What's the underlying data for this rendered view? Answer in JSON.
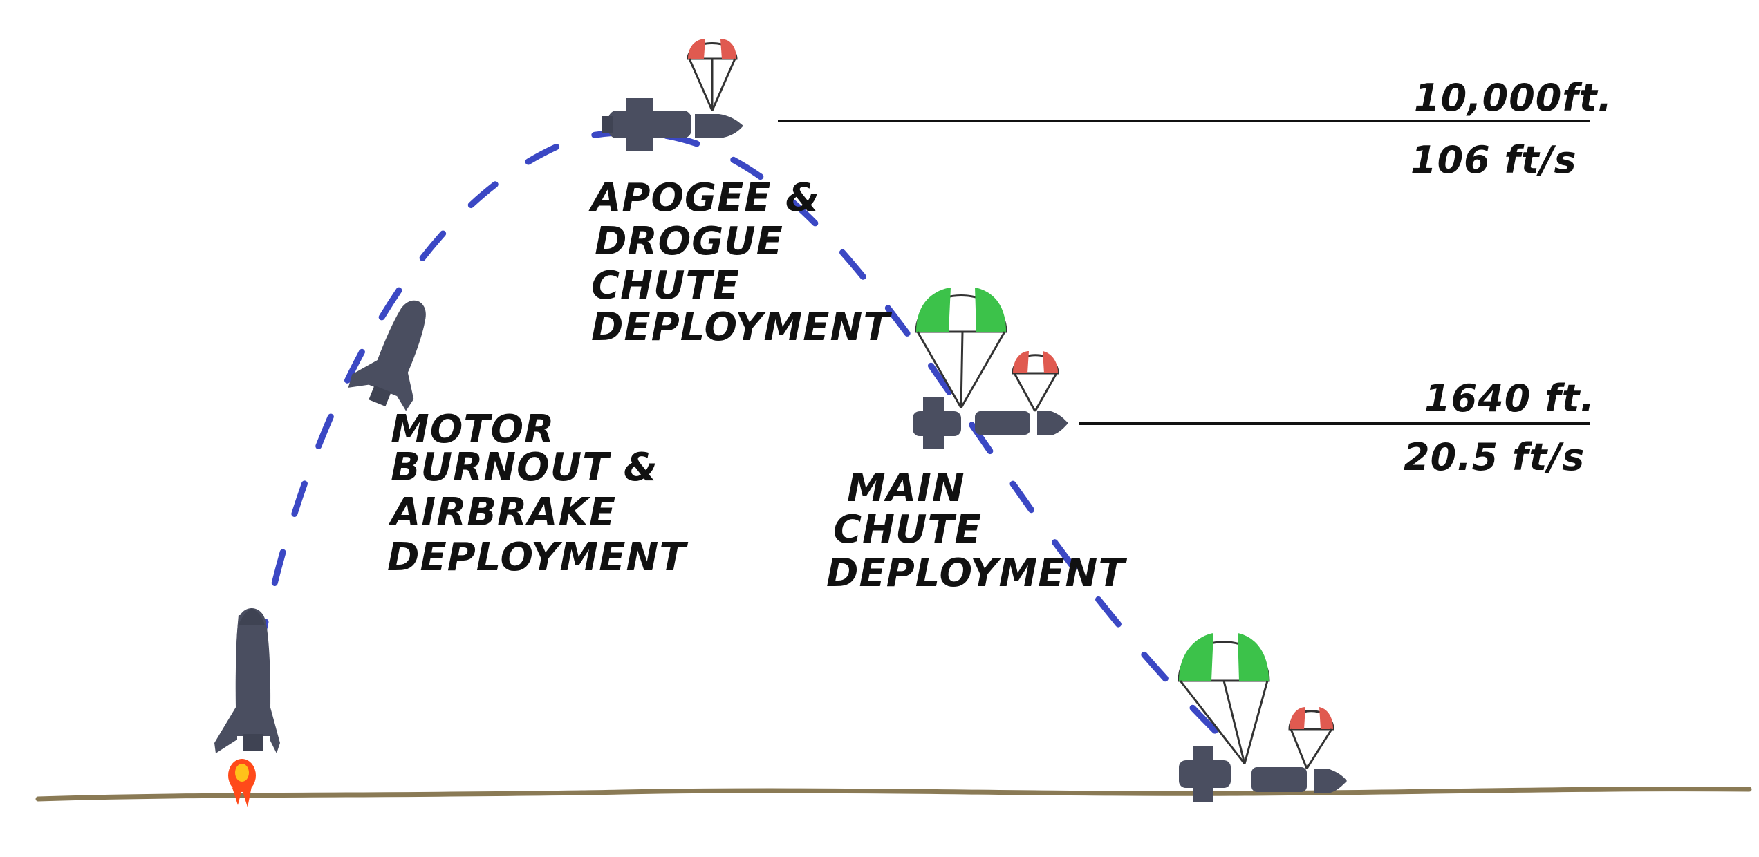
{
  "stages": {
    "burnout": [
      "MOTOR",
      "BURNOUT &",
      "AIRBRAKE",
      "DEPLOYMENT"
    ],
    "apogee": [
      "APOGEE &",
      "DROGUE",
      "CHUTE",
      "DEPLOYMENT"
    ],
    "main": [
      "MAIN",
      "CHUTE",
      "DEPLOYMENT"
    ]
  },
  "markers": {
    "apogee": {
      "altitude": "10,000ft.",
      "velocity": "106 ft/s"
    },
    "main": {
      "altitude": "1640 ft.",
      "velocity": "20.5 ft/s"
    }
  },
  "colors": {
    "trajectory": "#3b48c4",
    "rocket_body": "#4a4e60",
    "drogue_chute": "#e05a50",
    "main_chute": "#3cc24a",
    "ground": "#8a7a55",
    "flame": "#ff4a1a"
  },
  "icons": [
    "rocket-icon",
    "drogue-parachute-icon",
    "main-parachute-icon",
    "flame-icon"
  ]
}
